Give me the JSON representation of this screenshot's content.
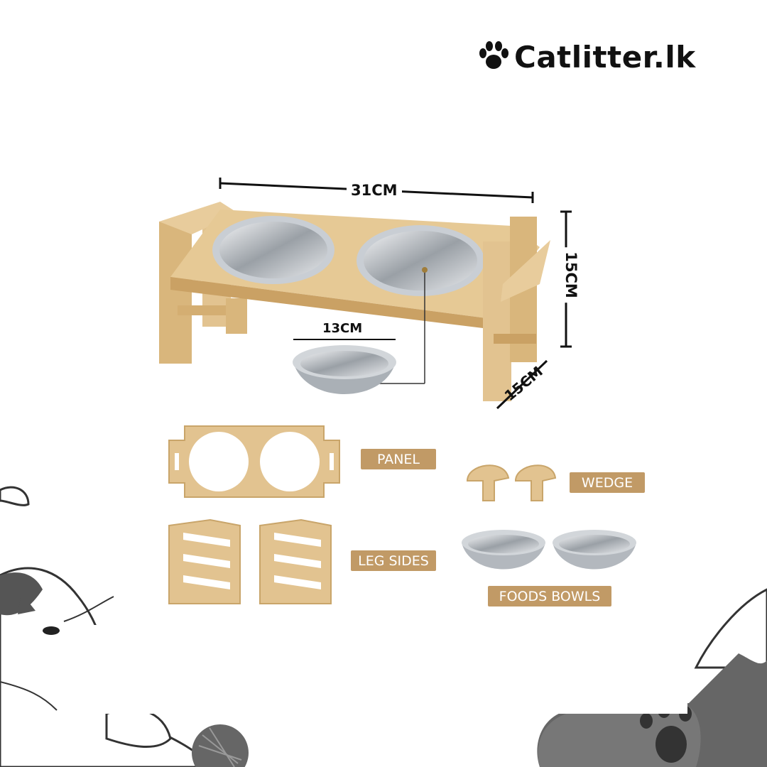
{
  "brand": {
    "name": "Catlitter.lk",
    "logo_icon": "paw-icon"
  },
  "dimensions": {
    "width": "31CM",
    "height": "15CM",
    "depth": "15CM",
    "bowl": "13CM"
  },
  "parts": [
    {
      "label": "PANEL"
    },
    {
      "label": "WEDGE"
    },
    {
      "label": "LEG SIDES"
    },
    {
      "label": "FOODS BOWLS"
    }
  ],
  "colors": {
    "wood": "#e2c390",
    "tag": "#c19a66",
    "steel": "#c8ccd0",
    "text": "#111111"
  }
}
